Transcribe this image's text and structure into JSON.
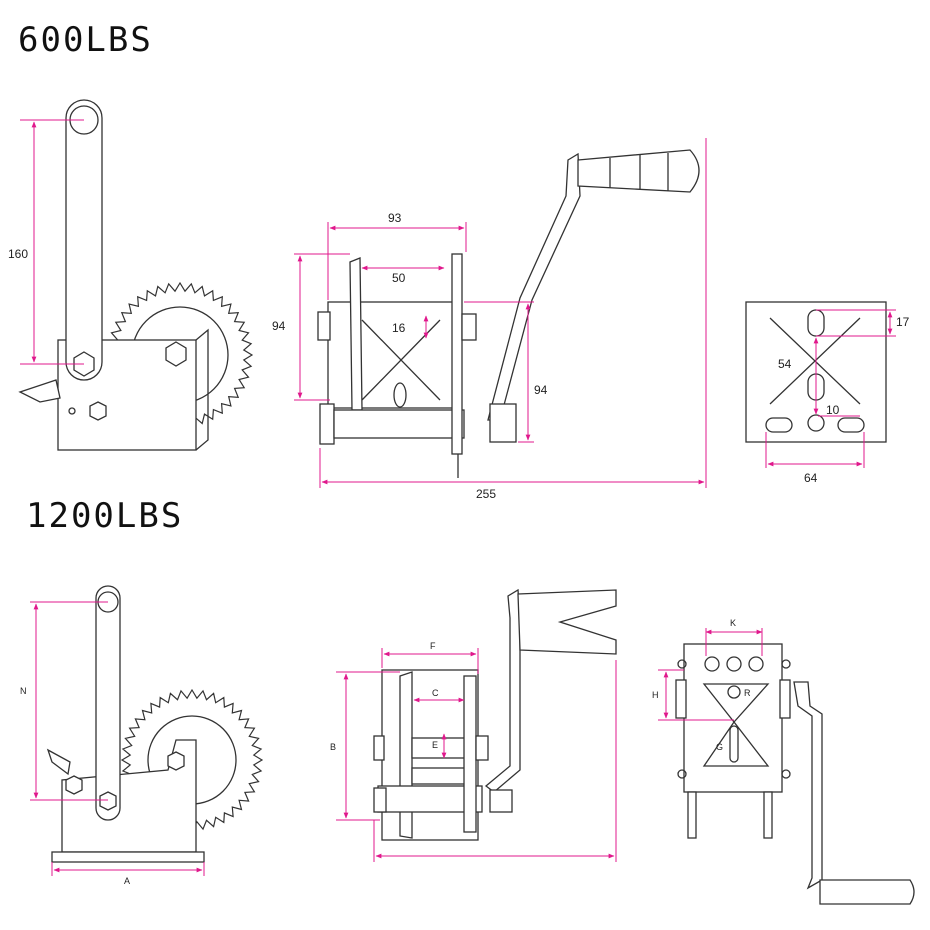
{
  "titles": {
    "top": "600LBS",
    "bottom": "1200LBS"
  },
  "colors": {
    "dimension": "#e0188c",
    "outline": "#333333",
    "background": "#ffffff"
  },
  "dims_600": {
    "handle_height": "160",
    "drum_width": "93",
    "inner_width": "50",
    "height_left": "94",
    "gap": "16",
    "height_right": "94",
    "total_length": "255",
    "plate_height": "54",
    "slot_height": "17",
    "hole": "10",
    "hole_spacing": "64"
  },
  "dims_1200": {
    "N": "N",
    "A": "A",
    "B": "B",
    "F": "F",
    "C": "C",
    "E": "E",
    "H": "H",
    "K": "K",
    "R": "R",
    "G": "G"
  }
}
